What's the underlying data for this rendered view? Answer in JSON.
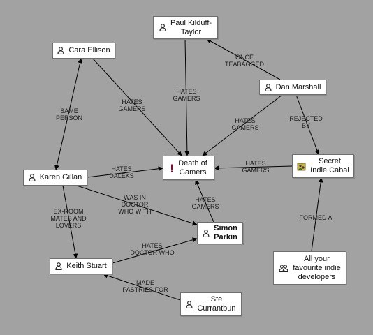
{
  "nodes": {
    "paul": {
      "label": "Paul Kilduff-\nTaylor",
      "icon": "person-icon"
    },
    "cara": {
      "label": "Cara Ellison",
      "icon": "person-icon"
    },
    "dan": {
      "label": "Dan Marshall",
      "icon": "person-icon"
    },
    "death": {
      "label": "Death of\nGamers",
      "icon": "exclamation-icon"
    },
    "karen": {
      "label": "Karen Gillan",
      "icon": "person-icon"
    },
    "cabal": {
      "label": "Secret\nIndie Cabal",
      "icon": "group-emblem-icon"
    },
    "simon": {
      "label": "Simon\nParkin",
      "icon": "person-icon"
    },
    "keith": {
      "label": "Keith Stuart",
      "icon": "person-icon"
    },
    "ste": {
      "label": "Ste\nCurrantbun",
      "icon": "person-icon"
    },
    "indie": {
      "label": "All your\nfavourite indie\ndevelopers",
      "icon": "people-icon"
    }
  },
  "edges": {
    "dan_paul": "ONCE\nTEABAGGED",
    "cara_death": "HATES\nGAMERS",
    "paul_death": "HATES\nGAMERS",
    "dan_death": "HATES\nGAMERS",
    "dan_cabal": "REJECTED\nBY",
    "karen_cara": "SAME\nPERSON",
    "karen_death": "HATES\nDALEKS",
    "cabal_death": "HATES\nGAMERS",
    "karen_simon": "WAS IN\nDOCTOR\nWHO WITH",
    "simon_death": "HATES\nGAMERS",
    "karen_keith": "EX-ROOM\nMATES AND\nLOVERS",
    "indie_cabal": "FORMED A",
    "keith_simon": "HATES\nDOCTOR WHO",
    "ste_keith": "MADE\nPASTRIES FOR"
  },
  "colors": {
    "background": "#a2a2a2",
    "node_fill": "#ffffff",
    "edge": "#000000",
    "exclamation": "#8b0a3a"
  }
}
